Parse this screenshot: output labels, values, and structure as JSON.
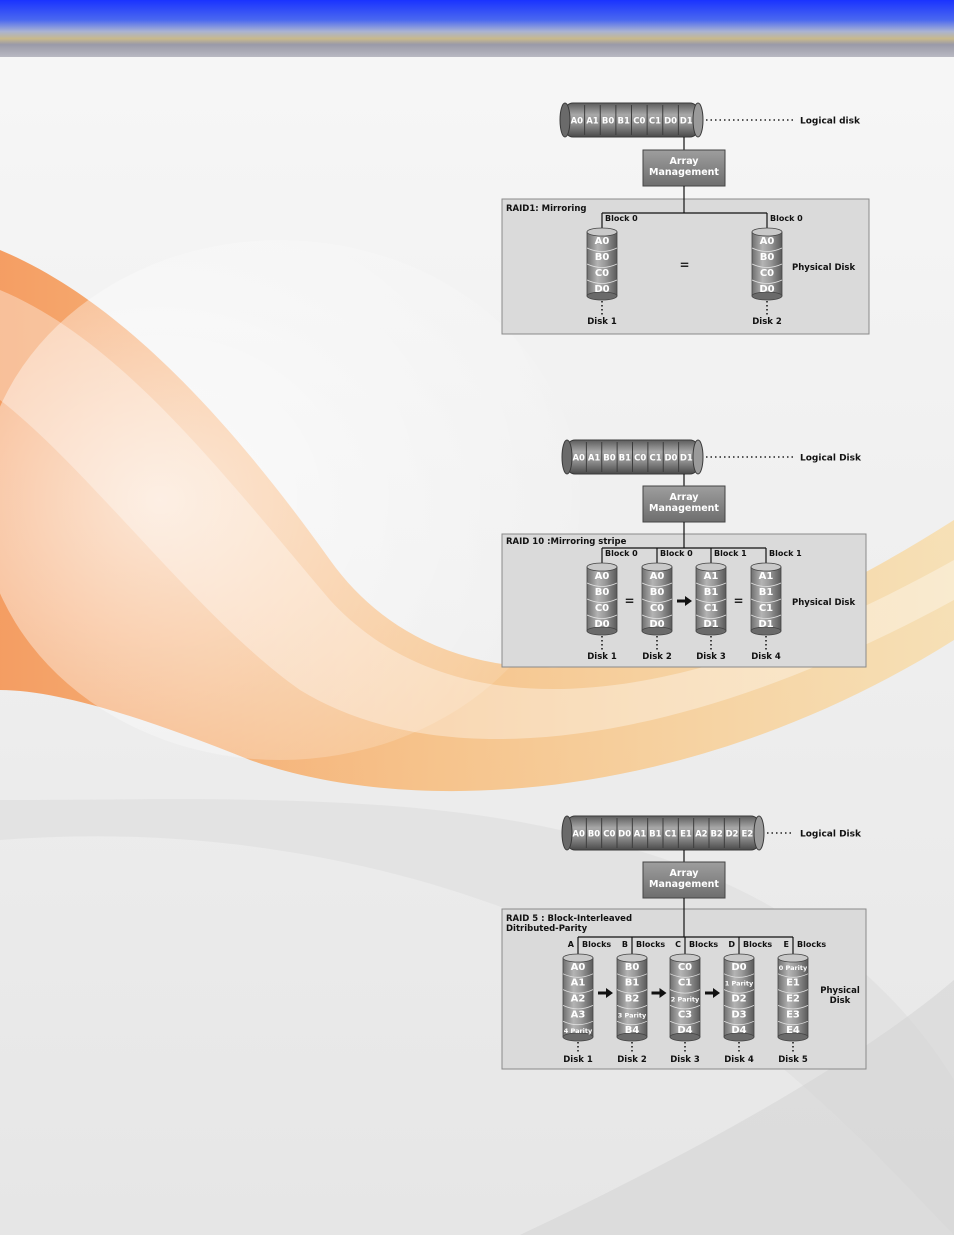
{
  "colors": {
    "header_top": "#1e3cff",
    "header_band": "#b8b8b8",
    "swoosh": "#f7a25a",
    "panel": "#dcdcdc",
    "disk": "#8c8c8c"
  },
  "diagrams": [
    {
      "id": "raid1",
      "logical_blocks": [
        "A0",
        "A1",
        "B0",
        "B1",
        "C0",
        "C1",
        "D0",
        "D1"
      ],
      "logical_label": "Logical disk",
      "management_label": [
        "Array",
        "Management"
      ],
      "panel_title": [
        "RAID1: Mirroring"
      ],
      "physical_label": [
        "Physical Disk"
      ],
      "disks": [
        {
          "block": "Block 0",
          "cells": [
            "A0",
            "B0",
            "C0",
            "D0"
          ],
          "name": "Disk 1"
        },
        {
          "block": "Block 0",
          "cells": [
            "A0",
            "B0",
            "C0",
            "D0"
          ],
          "name": "Disk 2"
        }
      ],
      "connectors": [
        "="
      ]
    },
    {
      "id": "raid10",
      "logical_blocks": [
        "A0",
        "A1",
        "B0",
        "B1",
        "C0",
        "C1",
        "D0",
        "D1"
      ],
      "logical_label": "Logical Disk",
      "management_label": [
        "Array",
        "Management"
      ],
      "panel_title": [
        "RAID 10 :Mirroring stripe"
      ],
      "physical_label": [
        "Physical Disk"
      ],
      "disks": [
        {
          "block": "Block 0",
          "cells": [
            "A0",
            "B0",
            "C0",
            "D0"
          ],
          "name": "Disk 1"
        },
        {
          "block": "Block 0",
          "cells": [
            "A0",
            "B0",
            "C0",
            "D0"
          ],
          "name": "Disk 2"
        },
        {
          "block": "Block 1",
          "cells": [
            "A1",
            "B1",
            "C1",
            "D1"
          ],
          "name": "Disk 3"
        },
        {
          "block": "Block 1",
          "cells": [
            "A1",
            "B1",
            "C1",
            "D1"
          ],
          "name": "Disk 4"
        }
      ],
      "connectors": [
        "=",
        "arrow",
        "="
      ]
    },
    {
      "id": "raid5",
      "logical_blocks": [
        "A0",
        "B0",
        "C0",
        "D0",
        "A1",
        "B1",
        "C1",
        "E1",
        "A2",
        "B2",
        "D2",
        "E2"
      ],
      "logical_label": "Logical Disk",
      "management_label": [
        "Array",
        "Management"
      ],
      "panel_title": [
        "RAID 5 : Block-Interleaved",
        "Ditributed-Parity"
      ],
      "physical_label": [
        "Physical",
        "Disk"
      ],
      "disks": [
        {
          "block_letter": "A",
          "block": "Blocks",
          "cells": [
            "A0",
            "A1",
            "A2",
            "A3",
            "4 Parity"
          ],
          "name": "Disk 1"
        },
        {
          "block_letter": "B",
          "block": "Blocks",
          "cells": [
            "B0",
            "B1",
            "B2",
            "3 Parity",
            "B4"
          ],
          "name": "Disk 2"
        },
        {
          "block_letter": "C",
          "block": "Blocks",
          "cells": [
            "C0",
            "C1",
            "2 Parity",
            "C3",
            "D4"
          ],
          "name": "Disk 3"
        },
        {
          "block_letter": "D",
          "block": "Blocks",
          "cells": [
            "D0",
            "1 Parity",
            "D2",
            "D3",
            "D4"
          ],
          "name": "Disk 4"
        },
        {
          "block_letter": "E",
          "block": "Blocks",
          "cells": [
            "0 Parity",
            "E1",
            "E2",
            "E3",
            "E4"
          ],
          "name": "Disk 5"
        }
      ],
      "connectors": [
        "arrow",
        "arrow",
        "arrow",
        ""
      ]
    }
  ]
}
